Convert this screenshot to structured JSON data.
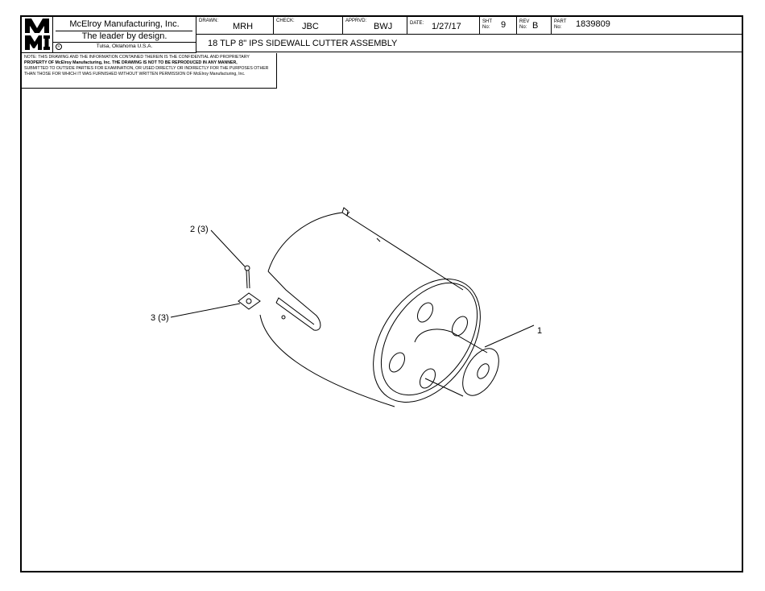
{
  "title_block": {
    "logo_text": "MMI",
    "company": "McElroy Manufacturing, Inc.",
    "slogan": "The leader by design.",
    "location": "Tulsa, Oklahoma U.S.A.",
    "drawn_label": "DRAWN:",
    "drawn_value": "MRH",
    "check_label": "CHECK:",
    "check_value": "JBC",
    "apprvd_label": "APPRVD:",
    "apprvd_value": "BWJ",
    "date_label": "DATE:",
    "date_value": "1/27/17",
    "sht_label_1": "SHT",
    "sht_label_2": "No:",
    "sht_value": "9",
    "rev_label_1": "REV",
    "rev_label_2": "No:",
    "rev_value": "B",
    "part_label_1": "PART",
    "part_label_2": "No:",
    "part_value": "1839809",
    "description": "18 TLP 8\" IPS SIDEWALL CUTTER ASSEMBLY"
  },
  "notice": {
    "line1": "NOTE: THIS DRAWING AND THE INFORMATION CONTAINED THEREIN IS THE CONFIDENTIAL AND PROPRIETARY",
    "line2": "PROPERTY OF McElroy Manufacturing, Inc. THE DRAWING IS NOT TO BE REPRODUCED IN ANY MANNER,",
    "line3": "SUBMITTED TO OUTSIDE PARTIES FOR EXAMINATION, OR USED DIRECTLY OR INDIRECTLY FOR THE PURPOSES OTHER",
    "line4": "THAN THOSE FOR WHICH IT WAS FURNISHED WITHOUT WRITTEN PERMISSION OF McElroy Manufacturing, Inc."
  },
  "callouts": {
    "item1": "1",
    "item2": "2 (3)",
    "item3": "3 (3)"
  }
}
